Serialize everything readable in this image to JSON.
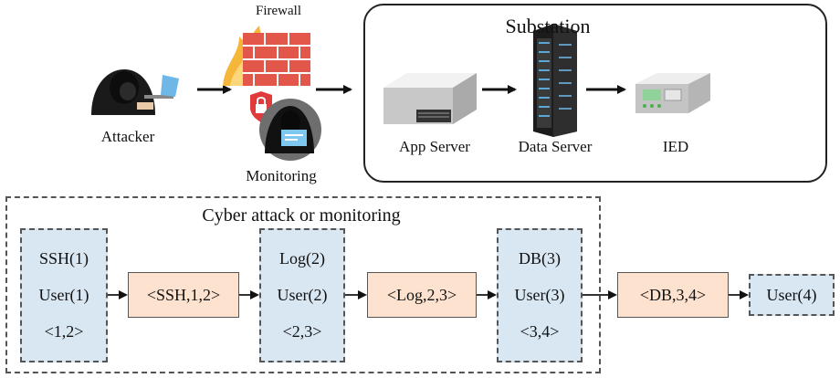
{
  "top": {
    "firewall_label": "Firewall",
    "attacker_label": "Attacker",
    "monitoring_label": "Monitoring",
    "substation": {
      "title": "Substation",
      "app_server_label": "App Server",
      "data_server_label": "Data Server",
      "ied_label": "IED"
    }
  },
  "flow": {
    "title": "Cyber attack or monitoring",
    "states": [
      {
        "lines": [
          "SSH(1)",
          "User(1)",
          "<1,2>"
        ]
      },
      {
        "lines": [
          "Log(2)",
          "User(2)",
          "<2,3>"
        ]
      },
      {
        "lines": [
          "DB(3)",
          "User(3)",
          "<3,4>"
        ]
      }
    ],
    "transitions": [
      "<SSH,1,2>",
      "<Log,2,3>",
      "<DB,3,4>"
    ],
    "final_state": "User(4)"
  },
  "colors": {
    "state_fill": "#d9e7f3",
    "transition_fill": "#fde3cf",
    "firewall_brick": "#e2574a",
    "flame": "#f6b63a"
  }
}
